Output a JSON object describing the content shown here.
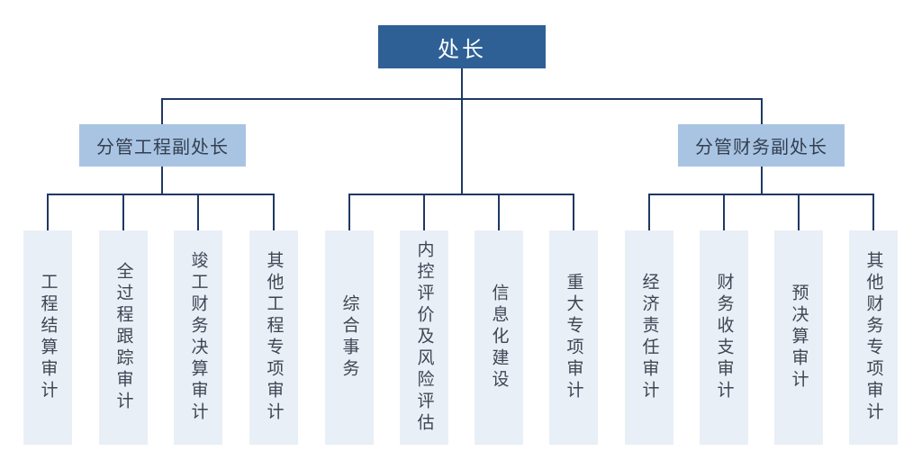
{
  "org": {
    "root": {
      "label": "处长"
    },
    "deputies": [
      {
        "label": "分管工程副处长"
      },
      {
        "label": "分管财务副处长"
      }
    ],
    "departments": [
      {
        "label": "工程结算审计",
        "group": "engineering"
      },
      {
        "label": "全过程跟踪审计",
        "group": "engineering"
      },
      {
        "label": "竣工财务决算审计",
        "group": "engineering"
      },
      {
        "label": "其他工程专项审计",
        "group": "engineering"
      },
      {
        "label": "综合事务",
        "group": "direct"
      },
      {
        "label": "内控评价及风险评估",
        "group": "direct"
      },
      {
        "label": "信息化建设",
        "group": "direct"
      },
      {
        "label": "重大专项审计",
        "group": "direct"
      },
      {
        "label": "经济责任审计",
        "group": "finance"
      },
      {
        "label": "财务收支审计",
        "group": "finance"
      },
      {
        "label": "预决算审计",
        "group": "finance"
      },
      {
        "label": "其他财务专项审计",
        "group": "finance"
      }
    ],
    "colors": {
      "root_fill": "#2E6096",
      "root_text": "#FFFFFF",
      "deputy_fill": "#A9C4E3",
      "deputy_text": "#333F50",
      "department_fill": "#E9EFF6",
      "department_text": "#3D4654",
      "connector": "#1F3864"
    }
  }
}
